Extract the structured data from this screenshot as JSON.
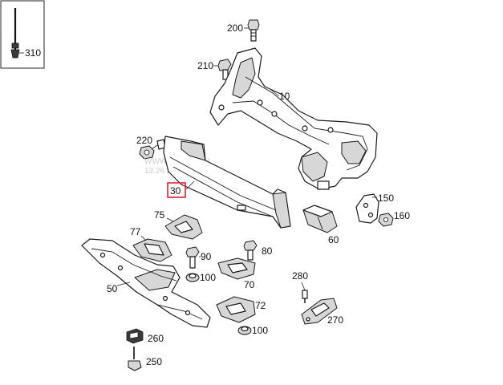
{
  "labels": {
    "p310": "310",
    "p200": "200",
    "p210": "210",
    "p10": "10",
    "p220": "220",
    "p30": "30",
    "p150": "150",
    "p160": "160",
    "p60": "60",
    "p75": "75",
    "p77": "77",
    "p90": "90",
    "p80": "80",
    "p100a": "100",
    "p50": "50",
    "p70": "70",
    "p280": "280",
    "p72": "72",
    "p100b": "100",
    "p270": "270",
    "p260": "260",
    "p250": "250"
  },
  "watermark": {
    "line1": "WWW.INTE... .RU",
    "line2": "13.26 20... 2 2023"
  },
  "highlight_color": "#e8202a"
}
